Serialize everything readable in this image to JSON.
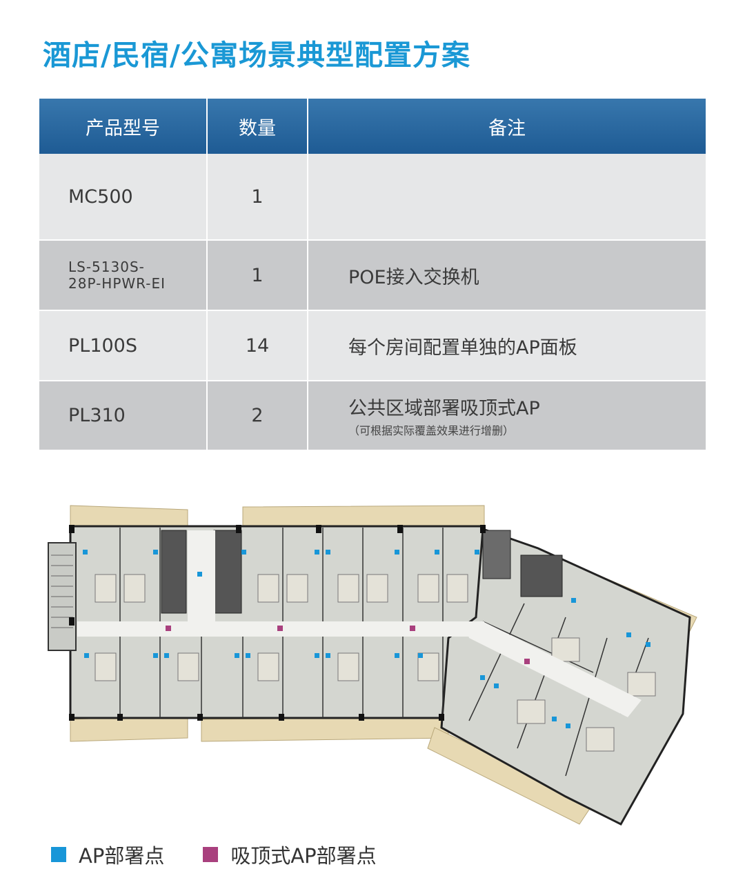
{
  "title": "酒店/民宿/公寓场景典型配置方案",
  "table": {
    "headers": [
      "产品型号",
      "数量",
      "备注"
    ],
    "rows": [
      {
        "model": "MC500",
        "qty": "1",
        "note": "",
        "note_sub": ""
      },
      {
        "model_line1": "LS-5130S-",
        "model_line2": "28P-HPWR-EI",
        "qty": "1",
        "note": "POE接入交换机",
        "note_sub": ""
      },
      {
        "model": "PL100S",
        "qty": "14",
        "note": "每个房间配置单独的AP面板",
        "note_sub": ""
      },
      {
        "model": "PL310",
        "qty": "2",
        "note": "公共区域部署吸顶式AP",
        "note_sub": "（可根据实际覆盖效果进行增删）"
      }
    ]
  },
  "legend": [
    {
      "label": "AP部署点",
      "color": "#1896d8"
    },
    {
      "label": "吸顶式AP部署点",
      "color": "#a9407e"
    }
  ],
  "colors": {
    "title": "#1a98d5",
    "header": "#2b6aa3",
    "row_light": "#e6e7e8",
    "row_dark": "#c8c9cb"
  }
}
